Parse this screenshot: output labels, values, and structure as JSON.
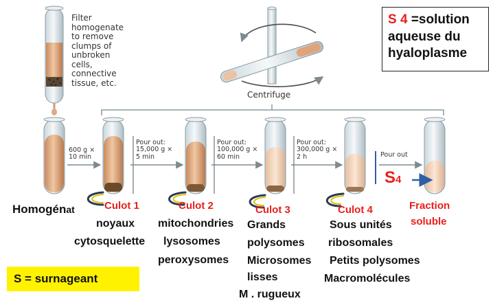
{
  "top_note": [
    "Filter",
    "homogenate",
    "to remove",
    "clumps of",
    "unbroken",
    "cells,",
    "connective",
    "tissue, etc."
  ],
  "centrifuge_label": "Centrifuge",
  "s4_box": {
    "s4": "S 4",
    "lines": [
      "=solution",
      "aqueuse du",
      "hyaloplasme"
    ]
  },
  "steps": [
    {
      "lines": [
        "600 g ×",
        "10 min"
      ]
    },
    {
      "lines": [
        "Pour out:",
        "15,000 g ×",
        "5 min"
      ]
    },
    {
      "lines": [
        "Pour out:",
        "100,000 g ×",
        "60 min"
      ]
    },
    {
      "lines": [
        "Pour out:",
        "300,000 g ×",
        "2 h"
      ]
    },
    {
      "lines": [
        "Pour out"
      ]
    }
  ],
  "s4_label": "S",
  "s4_sub": "4",
  "homogenat": {
    "main": "Homogén",
    "suffix": "at"
  },
  "culots": [
    {
      "title": "Culot 1",
      "items": [
        "noyaux",
        "cytosquelette"
      ]
    },
    {
      "title": "Culot 2",
      "items": [
        "mitochondries",
        "lysosomes",
        "peroxysomes"
      ]
    },
    {
      "title": "Culot 3",
      "items": [
        "Grands",
        "polysomes",
        "Microsomes",
        "lisses",
        "M . rugueux"
      ]
    },
    {
      "title": "Culot 4",
      "items": [
        "Sous unités",
        "ribosomales",
        "Petits polysomes",
        "Macromolécules"
      ]
    }
  ],
  "fraction": [
    "Fraction",
    "soluble"
  ],
  "surnageant": "S = surnageant",
  "colors": {
    "accent_red": "#e8201c",
    "highlight_yellow": "#fff200",
    "tube_fluid": "#e2ae86",
    "pellet": "#6b4a2a"
  }
}
